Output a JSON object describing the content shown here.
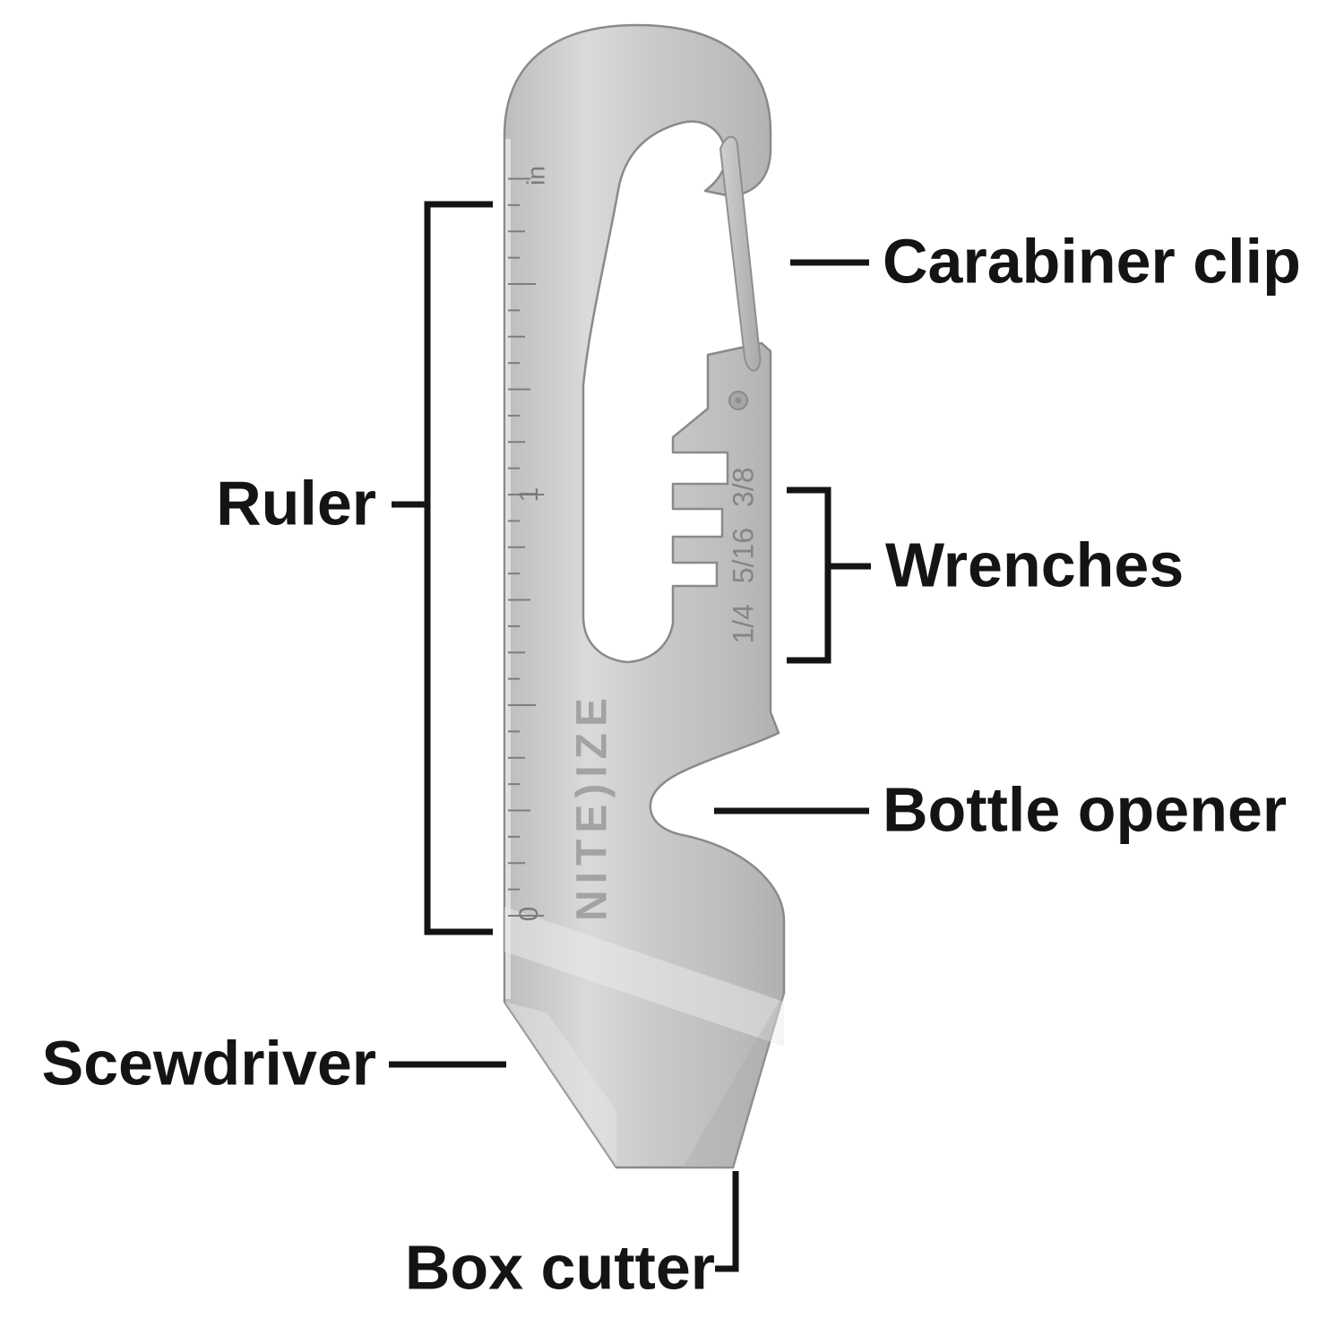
{
  "canvas": {
    "background": "#ffffff",
    "annotation_color": "#141414"
  },
  "labels": {
    "carabiner_clip": "Carabiner clip",
    "wrenches": "Wrenches",
    "bottle_opener": "Bottle opener",
    "ruler": "Ruler",
    "screwdriver": "Scewdriver",
    "box_cutter": "Box cutter"
  },
  "engravings": {
    "brand": "NITE)IZE",
    "wrench_sizes": "1/4 5/16 3/8",
    "ruler_unit": "in",
    "ruler_mark_1": "1",
    "ruler_mark_0": "0"
  },
  "tool_colors": {
    "metal_light": "#dadada",
    "metal_mid": "#c9c9c9",
    "metal_dark": "#b0b0b0",
    "edge": "#8a8a8a",
    "engraving": "#8f8f8f"
  }
}
